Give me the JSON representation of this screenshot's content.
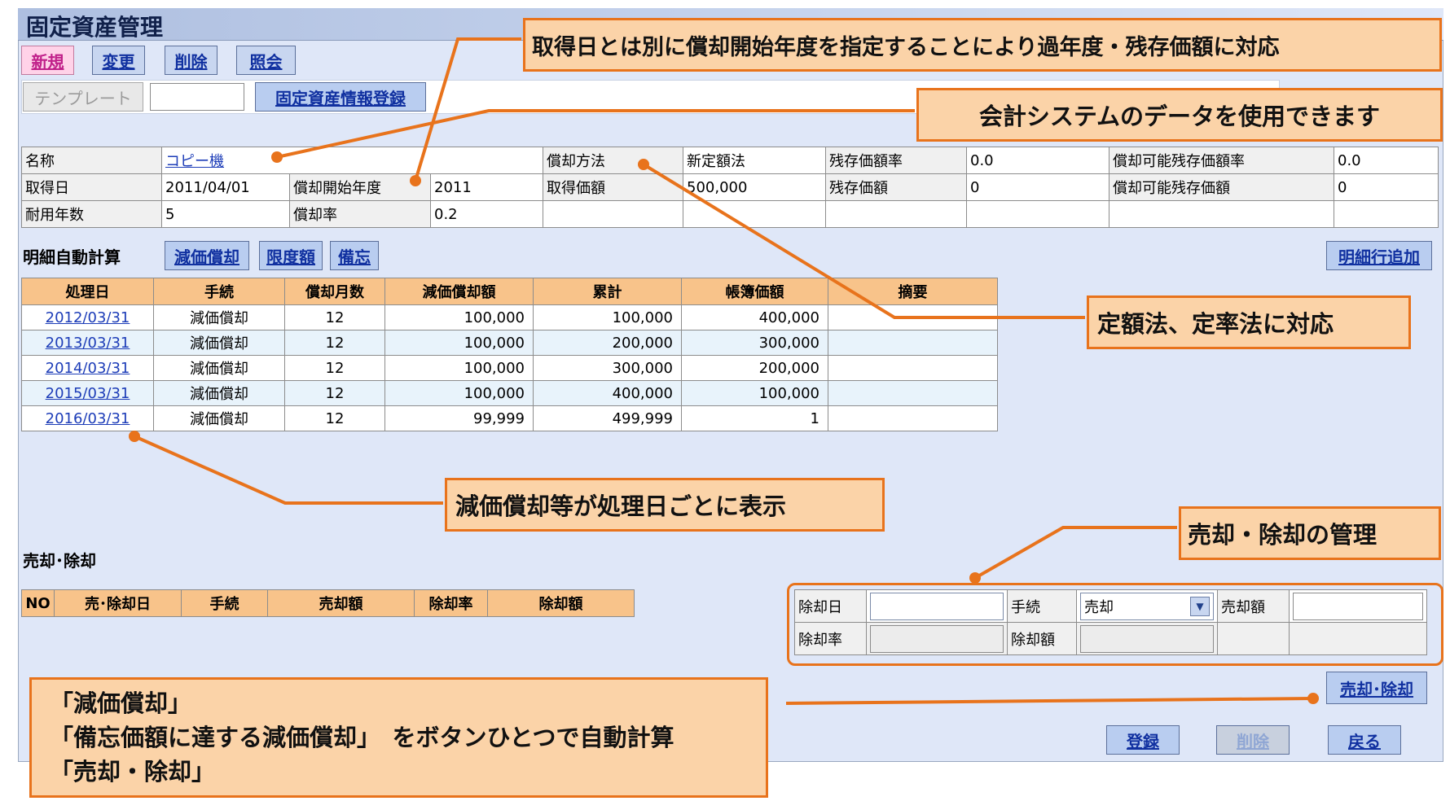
{
  "window": {
    "title": "固定資産管理"
  },
  "toolbar": {
    "new": "新規",
    "change": "変更",
    "delete": "削除",
    "inquiry": "照会"
  },
  "template": {
    "button": "テンプレート",
    "value": "",
    "register_link": "固定資産情報登録"
  },
  "asset": {
    "name_label": "名称",
    "name_value": "コピー機",
    "method_label": "償却方法",
    "method_value": "新定額法",
    "residual_rate_label": "残存価額率",
    "residual_rate_value": "0.0",
    "dep_residual_rate_label": "償却可能残存価額率",
    "dep_residual_rate_value": "0.0",
    "acq_date_label": "取得日",
    "acq_date_value": "2011/04/01",
    "start_year_label": "償却開始年度",
    "start_year_value": "2011",
    "acq_price_label": "取得価額",
    "acq_price_value": "500,000",
    "residual_label": "残存価額",
    "residual_value": "0",
    "dep_residual_label": "償却可能残存価額",
    "dep_residual_value": "0",
    "life_label": "耐用年数",
    "life_value": "5",
    "rate_label": "償却率",
    "rate_value": "0.2"
  },
  "detail": {
    "heading": "明細自動計算",
    "btn_depreciation": "減価償却",
    "btn_limit": "限度額",
    "btn_memo": "備忘",
    "btn_add_row": "明細行追加",
    "columns": [
      "処理日",
      "手続",
      "償却月数",
      "減価償却額",
      "累計",
      "帳簿価額",
      "摘要"
    ],
    "rows": [
      [
        "2012/03/31",
        "減価償却",
        "12",
        "100,000",
        "100,000",
        "400,000",
        ""
      ],
      [
        "2013/03/31",
        "減価償却",
        "12",
        "100,000",
        "200,000",
        "300,000",
        ""
      ],
      [
        "2014/03/31",
        "減価償却",
        "12",
        "100,000",
        "300,000",
        "200,000",
        ""
      ],
      [
        "2015/03/31",
        "減価償却",
        "12",
        "100,000",
        "400,000",
        "100,000",
        ""
      ],
      [
        "2016/03/31",
        "減価償却",
        "12",
        "99,999",
        "499,999",
        "1",
        ""
      ]
    ]
  },
  "sales": {
    "heading": "売却･除却",
    "columns": [
      "NO",
      "売･除却日",
      "手続",
      "売却額",
      "除却率",
      "除却額"
    ]
  },
  "disposal": {
    "date_label": "除却日",
    "date_value": "",
    "proc_label": "手続",
    "proc_value": "売却",
    "sale_amount_label": "売却額",
    "sale_amount_value": "",
    "rate_label": "除却率",
    "amount_label": "除却額",
    "btn_sell": "売却･除却"
  },
  "footer": {
    "register": "登録",
    "delete": "削除",
    "back": "戻る"
  },
  "callouts": {
    "c1": "取得日とは別に償却開始年度を指定することにより過年度・残存価額に対応",
    "c2": "会計システムのデータを使用できます",
    "c3": "定額法、定率法に対応",
    "c4": "減価償却等が処理日ごとに表示",
    "c5": "売却・除却の管理",
    "c6_line1": "「減価償却」",
    "c6_line2": "「備忘価額に達する減価償却」　をボタンひとつで自動計算",
    "c6_line3": "「売却・除却」"
  },
  "colors": {
    "callout_border": "#e8731c",
    "callout_fill": "#fbd3a8",
    "header_fill": "#f8c38a",
    "app_bg": "#dfe7f8"
  }
}
